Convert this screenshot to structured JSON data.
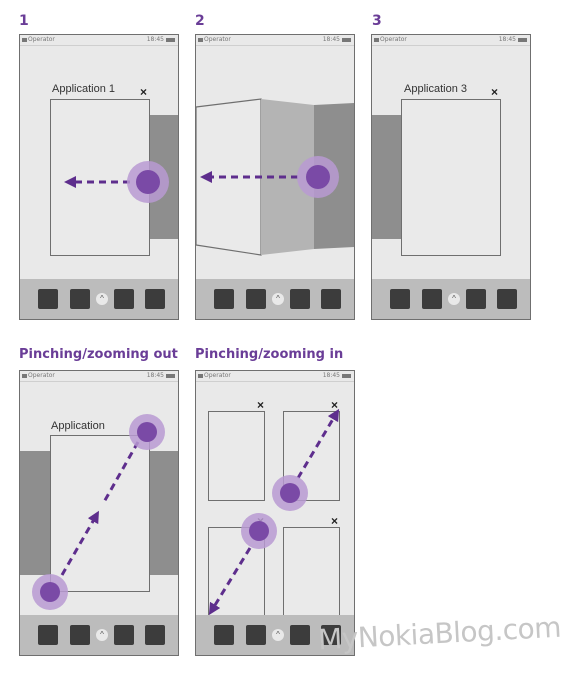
{
  "labels": {
    "step1": "1",
    "step2": "2",
    "step3": "3",
    "pinch_out": "Pinching/zooming out",
    "pinch_in": "Pinching/zooming in"
  },
  "statusbar": {
    "operator": "Operator",
    "time": "18:45"
  },
  "phone1": {
    "app_title": "Application 1"
  },
  "phone3": {
    "app_title": "Application 3"
  },
  "phone4": {
    "app_title": "Application"
  },
  "close_glyph": "×",
  "dock_up_glyph": "^",
  "watermark": "MyNokiaBlog.com",
  "colors": {
    "accent": "#6a3d97",
    "touch": "#8e5fb5",
    "arrow": "#5e2e8d"
  }
}
